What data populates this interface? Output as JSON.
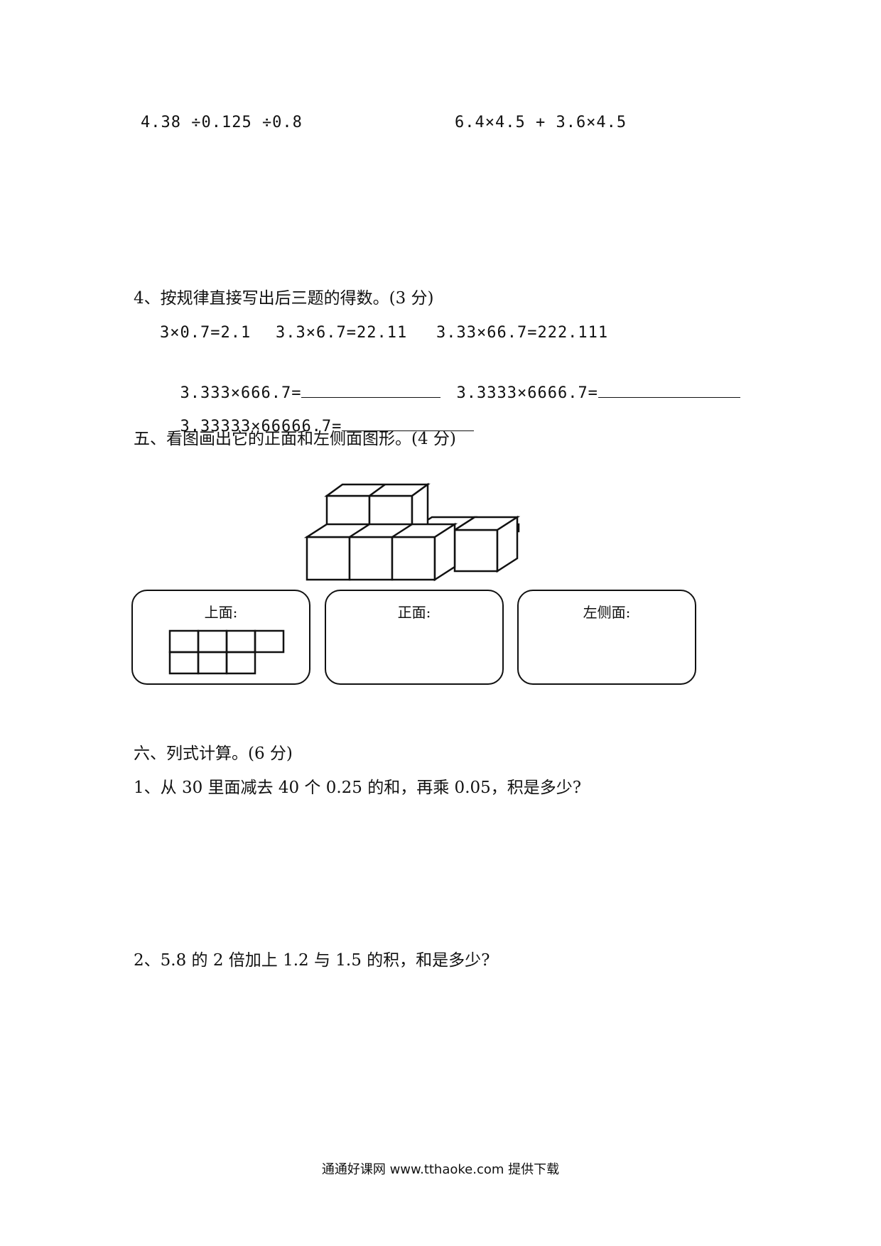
{
  "calc": {
    "expr1": "4.38 ÷0.125 ÷0.8",
    "expr2": "6.4×4.5 + 3.6×4.5"
  },
  "q4": {
    "title": "4、按规律直接写出后三题的得数。(3 分)",
    "given": [
      "3×0.7=2.1",
      "3.3×6.7=22.11",
      "3.33×66.7=222.111"
    ],
    "ask": [
      "3.333×666.7=",
      "3.3333×6666.7=",
      "3.33333×66666.7="
    ]
  },
  "section5": {
    "title": "五、看图画出它的正面和左侧面图形。(4 分)",
    "views": {
      "top": "上面:",
      "front": "正面:",
      "left": "左侧面:"
    }
  },
  "section6": {
    "title": "六、列式计算。(6 分)",
    "q1": "1、从 30 里面减去 40 个 0.25 的和，再乘 0.05，积是多少?",
    "q2": "2、5.8 的 2 倍加上 1.2 与 1.5 的积，和是多少?"
  },
  "footer": "通通好课网 www.tthaoke.com 提供下载"
}
